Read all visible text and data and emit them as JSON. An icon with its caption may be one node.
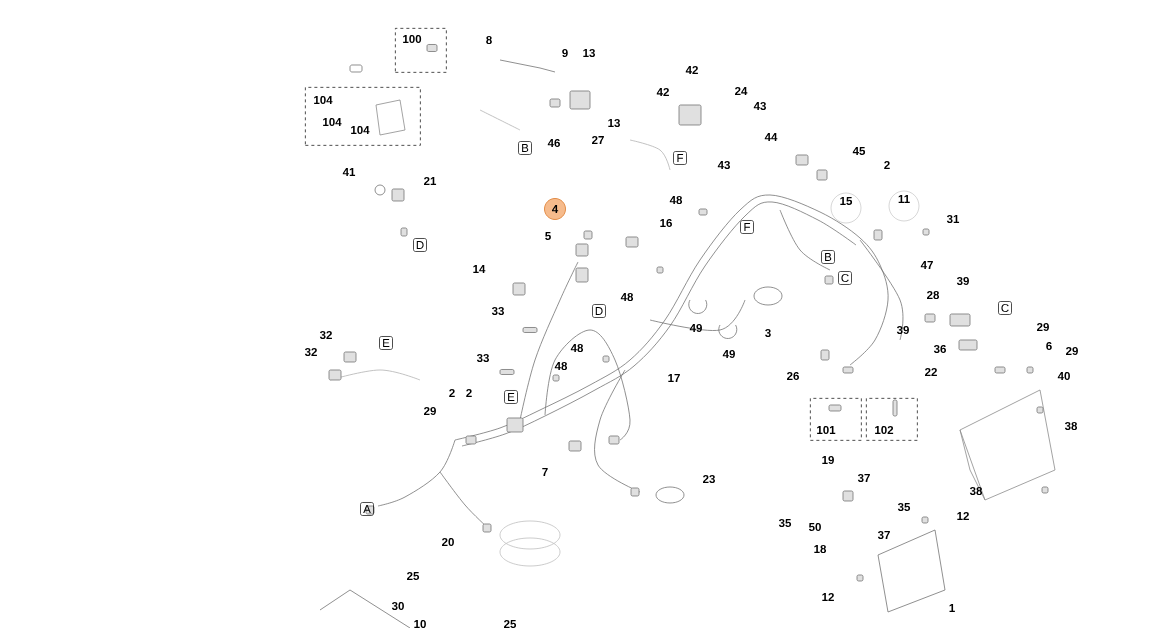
{
  "diagram": {
    "nodes": [
      {
        "text": [
          "100"
        ]
      },
      {
        "text": [
          "104",
          "104",
          "104"
        ]
      },
      {
        "text": [
          "101"
        ]
      },
      {
        "text": [
          "102"
        ]
      }
    ],
    "labels": [
      "8",
      "9",
      "13",
      "42",
      "24",
      "42",
      "43",
      "13",
      "B",
      "46",
      "27",
      "F",
      "43",
      "44",
      "45",
      "2",
      "41",
      "21",
      "15",
      "11",
      "4",
      "48",
      "16",
      "F",
      "31",
      "D",
      "5",
      "14",
      "B",
      "C",
      "47",
      "28",
      "39",
      "C",
      "48",
      "33",
      "D",
      "49",
      "39",
      "29",
      "3",
      "32",
      "E",
      "32",
      "6",
      "36",
      "29",
      "48",
      "33",
      "48",
      "49",
      "17",
      "22",
      "40",
      "26",
      "2",
      "2",
      "E",
      "29",
      "38",
      "7",
      "19",
      "37",
      "23",
      "38",
      "A",
      "35",
      "50",
      "35",
      "12",
      "20",
      "18",
      "37",
      "25",
      "30",
      "12",
      "1",
      "10",
      "25"
    ]
  }
}
